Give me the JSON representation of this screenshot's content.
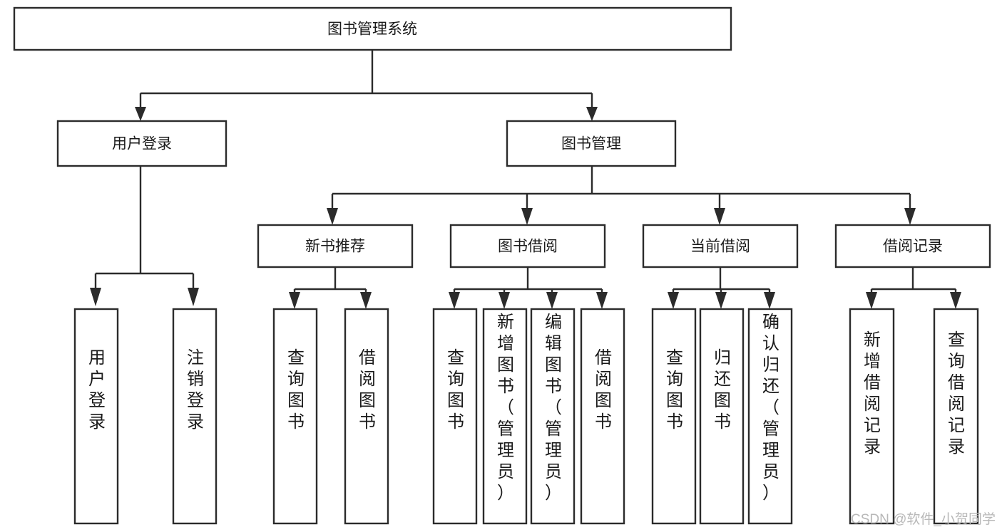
{
  "diagram": {
    "type": "tree",
    "title": "图书管理系统",
    "root": {
      "id": "root",
      "label": "图书管理系统"
    },
    "level2": [
      {
        "id": "user-login",
        "label": "用户登录"
      },
      {
        "id": "book-management",
        "label": "图书管理"
      }
    ],
    "level3": [
      {
        "id": "new-book-recommend",
        "label": "新书推荐",
        "parent": "book-management"
      },
      {
        "id": "book-borrow",
        "label": "图书借阅",
        "parent": "book-management"
      },
      {
        "id": "current-borrow",
        "label": "当前借阅",
        "parent": "book-management"
      },
      {
        "id": "borrow-record",
        "label": "借阅记录",
        "parent": "book-management"
      }
    ],
    "leaves": {
      "user-login": [
        {
          "id": "leaf-user-login",
          "label": "用户登录"
        },
        {
          "id": "leaf-logout-login",
          "label": "注销登录"
        }
      ],
      "new-book-recommend": [
        {
          "id": "leaf-query-book-1",
          "label": "查询图书"
        },
        {
          "id": "leaf-borrow-book-1",
          "label": "借阅图书"
        }
      ],
      "book-borrow": [
        {
          "id": "leaf-query-book-2",
          "label": "查询图书"
        },
        {
          "id": "leaf-add-book",
          "label": "新增图书（管理员）"
        },
        {
          "id": "leaf-edit-book",
          "label": "编辑图书（管理员）"
        },
        {
          "id": "leaf-borrow-book-2",
          "label": "借阅图书"
        }
      ],
      "current-borrow": [
        {
          "id": "leaf-query-book-3",
          "label": "查询图书"
        },
        {
          "id": "leaf-return-book",
          "label": "归还图书"
        },
        {
          "id": "leaf-confirm-return",
          "label": "确认归还（管理员）"
        }
      ],
      "borrow-record": [
        {
          "id": "leaf-add-borrow-record",
          "label": "新增借阅记录"
        },
        {
          "id": "leaf-query-borrow-record",
          "label": "查询借阅记录"
        }
      ]
    },
    "colors": {
      "box_stroke": "#2b2b2b",
      "box_fill": "#ffffff",
      "text": "#1a1a1a",
      "background": "#ffffff",
      "watermark": "#b8b8b8"
    }
  },
  "watermark": {
    "text": "CSDN @软件_小贺同学"
  }
}
